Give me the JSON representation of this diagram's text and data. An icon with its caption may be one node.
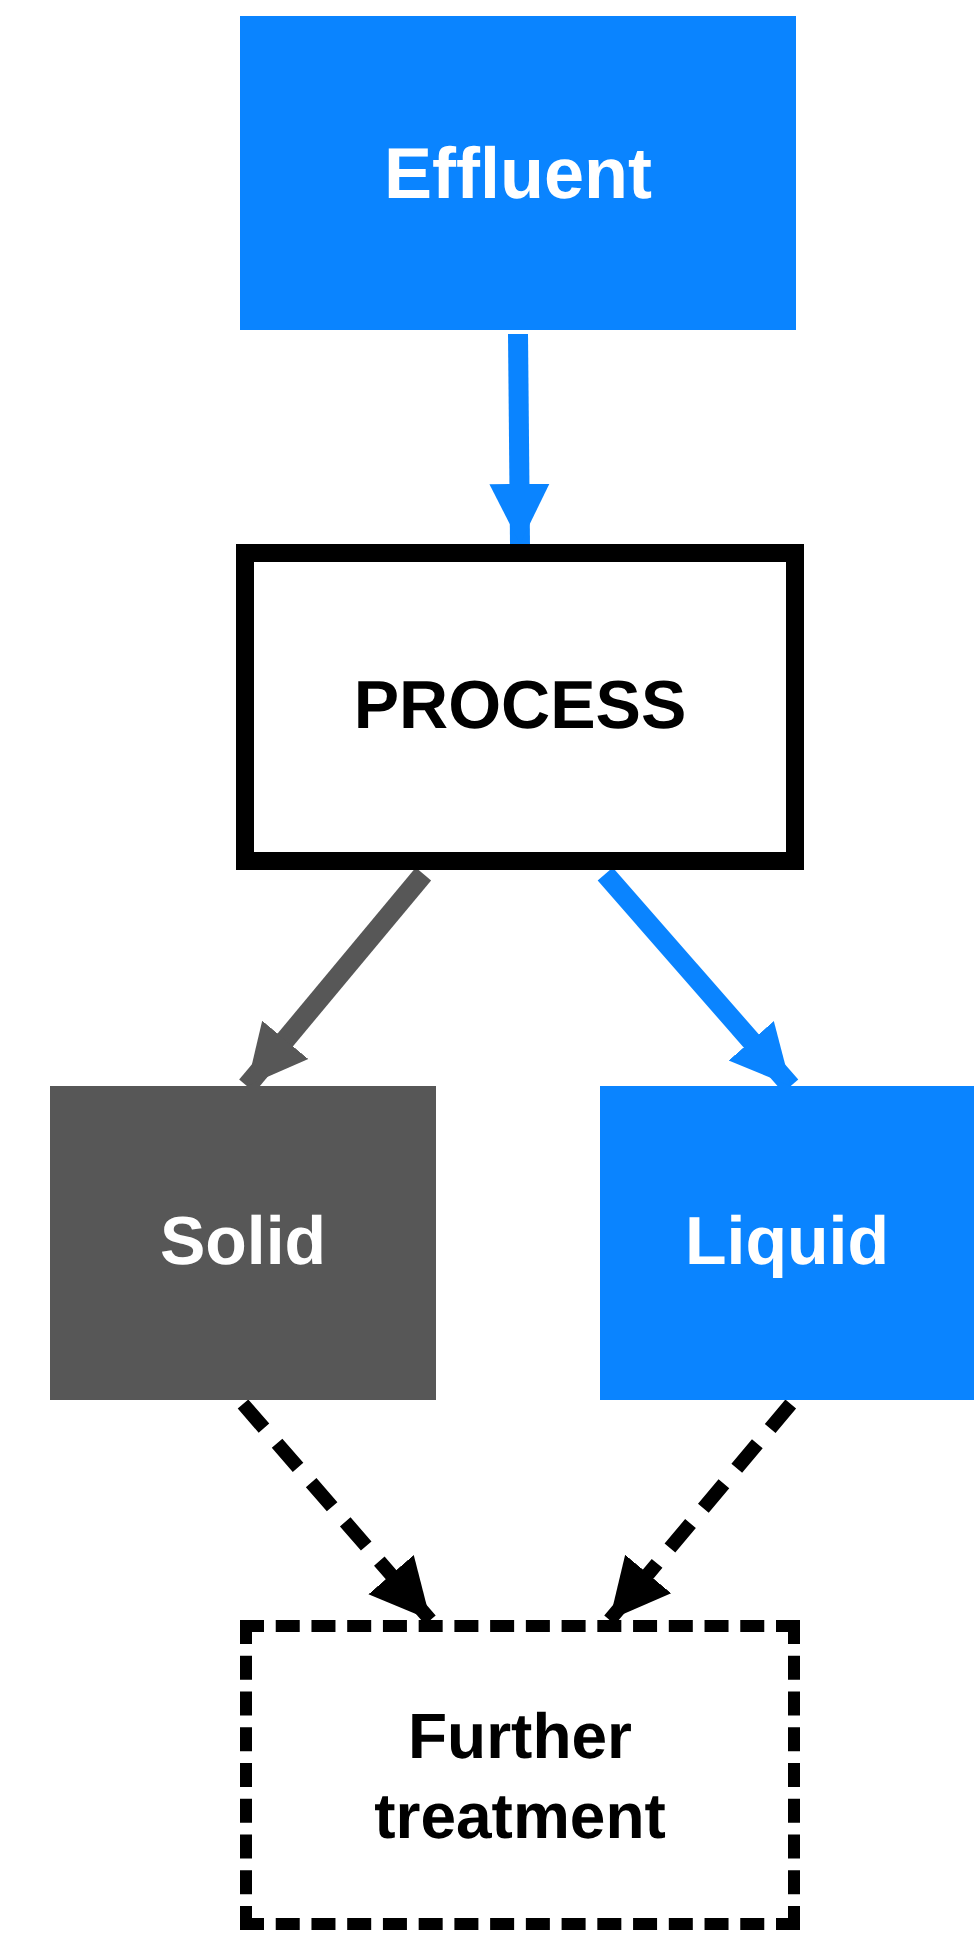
{
  "diagram": {
    "nodes": [
      {
        "text": [
          "Effluent"
        ]
      },
      {
        "text": [
          "PROCESS"
        ]
      },
      {
        "text": [
          "Solid"
        ]
      },
      {
        "text": [
          "Liquid"
        ]
      },
      {
        "text": [
          "Further treatment"
        ]
      }
    ],
    "edges": [
      {
        "from": 0,
        "to": 1,
        "arrow": "to",
        "color": "#0a84ff"
      },
      {
        "from": 1,
        "to": 2,
        "arrow": "to",
        "color": "#575757"
      },
      {
        "from": 1,
        "to": 3,
        "arrow": "to",
        "color": "#0a84ff"
      },
      {
        "from": 2,
        "to": 4,
        "arrow": "to",
        "style": "dashed",
        "color": "#000000"
      },
      {
        "from": 3,
        "to": 4,
        "arrow": "to",
        "style": "dashed",
        "color": "#000000"
      }
    ]
  }
}
